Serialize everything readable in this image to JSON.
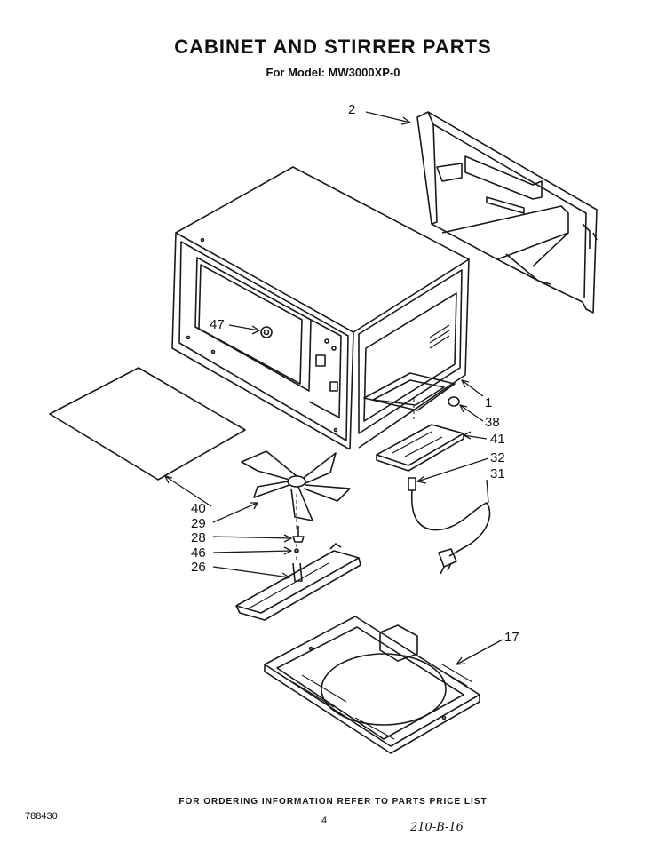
{
  "header": {
    "title": "CABINET AND STIRRER PARTS",
    "subtitle": "For Model: MW3000XP-0"
  },
  "callouts": {
    "c2": "2",
    "c47": "47",
    "c1": "1",
    "c38": "38",
    "c41": "41",
    "c32": "32",
    "c31": "31",
    "c40": "40",
    "c29": "29",
    "c28": "28",
    "c46": "46",
    "c26": "26",
    "c17": "17"
  },
  "footer": {
    "ordering_note": "FOR ORDERING INFORMATION REFER TO PARTS PRICE LIST",
    "document_number": "788430",
    "page_number": "4",
    "handwritten_note": "210-B-16"
  }
}
